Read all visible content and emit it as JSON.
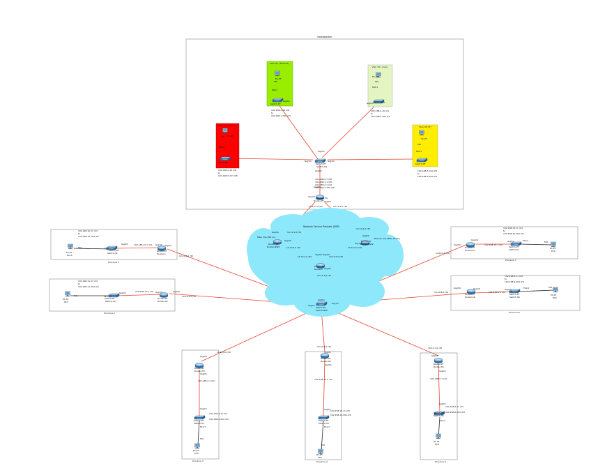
{
  "headquarter": {
    "title": "Headquater",
    "vlans": [
      {
        "id": "v10",
        "title": "Vlan 10 ( Admin )",
        "color": "#ff0000",
        "pc": "PC-PT",
        "sw": "Switch-PT",
        "ip1": "192.168.0.16 /28",
        "ip2": "to",
        "ip3": "192.168.0.127 /28"
      },
      {
        "id": "v20",
        "title": "Vlan 20 ( Finance)",
        "color": "#99ee00",
        "pc": "PC-PT",
        "sw": "Switch-PT",
        "ip1": "192.168.1.16 /28",
        "ip2": "to",
        "ip3": "192.168.1.200 /24"
      },
      {
        "id": "v30",
        "title": "Vlan 30 ( Loan)",
        "color": "#e4f5c2",
        "pc": "PC-PT",
        "sw": "Switch-PT",
        "ip1": "192.168.2.16 /24",
        "ip2": "to",
        "ip3": "192.168.2.200 /24"
      },
      {
        "id": "v40",
        "title": "Vlan 40 (IT)",
        "color": "#ffee00",
        "pc": "PC-PT",
        "sw": "Switch-PT",
        "ip1": "192.168.3.144 /28",
        "ip2": "to",
        "ip3": "192.168.3.204 /24"
      }
    ],
    "core_switch": "Switch-PT",
    "core_switch_sub": "Switch-Hq",
    "core_ips": [
      "192.168.0.1 /28",
      "192.168.1.1 /28",
      "192.168.2.1 /24",
      "192.168.3.129 /28"
    ],
    "router": "Router-PT",
    "router_sub": "Router Hq"
  },
  "provider": {
    "title": "Network Service Provider (NSP)",
    "main_line": "Main line (ISP v1)",
    "backup_line": "Backup line (Balk Route)",
    "r1": "Router-PT",
    "r1_sub": "Router-NSP1",
    "r2": "Router-PT",
    "r2_sub": "Router-NSP2",
    "r3": "Router-PT",
    "r3_sub": "Router3",
    "sw": "Switch-PT",
    "sw_sub": "Switch-NSP"
  },
  "links": {
    "hq_nsp1": "10.10.1.0 /30",
    "hq_nsp2": "10.10.2.0 /30",
    "nsp1_r3": "10.10.4.0 /30",
    "nsp2_r3": "10.10.5.0 /30",
    "b1": "10.10.3.0 /30",
    "b2": "10.10.4.0 /30",
    "b3": "10.10.6.0 /30",
    "b4": "10.10.6.0 /30",
    "b5": "10.10.7.0 /30",
    "b6": "10.10.9.0 /30",
    "b7": "10.10.8.0 /30"
  },
  "provinces": [
    {
      "id": "p1",
      "title": "Province 1",
      "pc": "PC-PT",
      "pc_sub": "PC11",
      "sw": "Switch-PT",
      "sw_sub": "Switch-S1",
      "router": "Router-PT",
      "router_sub": "Router-1",
      "ip_a": "192.168.10.1 /24",
      "ip_b": "192.168.10.11 /24",
      "ip_c": "to",
      "ip_d": "192.168.10.204 /24"
    },
    {
      "id": "p2",
      "title": "Province 2",
      "pc": "PC-PT",
      "pc_sub": "PC3",
      "sw": "Switch-PT",
      "sw_sub": "Switch-S2",
      "router": "Router-PT",
      "router_sub": "Router-S2",
      "ip_a": "192.168.11.1 /24",
      "ip_b": "192.168.11.11 /24",
      "ip_c": "to",
      "ip_d": "192.168.11.204 /24"
    },
    {
      "id": "p3",
      "title": "Province 3",
      "pc": "PC-PT",
      "pc_sub": "PC5",
      "sw": "Switch-PT",
      "sw_sub": "Switch-S3",
      "router": "Router-PT",
      "router_sub": "Router-S3",
      "ip_a": "192.168.4.1 /24",
      "ip_b": "192.168.4.11 /24",
      "ip_c": "",
      "ip_d": "192.168.4.204 /24"
    },
    {
      "id": "p4",
      "title": "Province 4",
      "pc": "PC-PT",
      "pc_sub": "PC6",
      "sw": "Switch-PT",
      "sw_sub": "Switch-S4",
      "router": "Router-PT",
      "router_sub": "Router-S4",
      "ip_a": "192.168.12.1 /24",
      "ip_b": "192.168.12.11 /24",
      "ip_c": "",
      "ip_d": "192.168.12.204 /24"
    },
    {
      "id": "p5",
      "title": "Province 5",
      "pc": "PC-PT",
      "pc_sub": "PC4",
      "sw": "Switch-PT",
      "sw_sub": "Switch-S5",
      "router": "Router-PT",
      "router_sub": "Router-S5",
      "ip_a": "192.168.6.1 /24",
      "ip_b": "192.168.6.11 /24",
      "ip_c": "",
      "ip_d": "192.168.6.204 /24"
    },
    {
      "id": "p6",
      "title": "Province 6",
      "pc": "PC-PT",
      "pc_sub": "PC2",
      "sw": "Switch-PT",
      "sw_sub": "Switch-S6",
      "router": "Router-PT",
      "router_sub": "Router-S6",
      "ip_a": "192.168.9.1 /24",
      "ip_b": "192.168.9.11 /24",
      "ip_c": "to",
      "ip_d": "192.168.9.204 /24"
    },
    {
      "id": "p7",
      "title": "Province 7",
      "pc": "PC-PT",
      "pc_sub": "PC9",
      "sw": "Switch-PT",
      "sw_sub": "Switch-S7",
      "router": "Router-PT",
      "router_sub": "Router-S7",
      "ip_a": "192.168.13.1 /24",
      "ip_b": "192.168.13.11 /24",
      "ip_c": "to",
      "ip_d": "192.168.13.204 /24"
    }
  ],
  "ports": {
    "gig00": "Gig0/0",
    "gig01": "Gig0/1",
    "gig10": "Gig1/0",
    "gig11": "Gig1/1",
    "gig20": "Gig2/0",
    "gig30": "Gig3/0",
    "fa0": "Fa0",
    "fa01": "Fa0/1",
    "fa11": "Fa1/1"
  }
}
